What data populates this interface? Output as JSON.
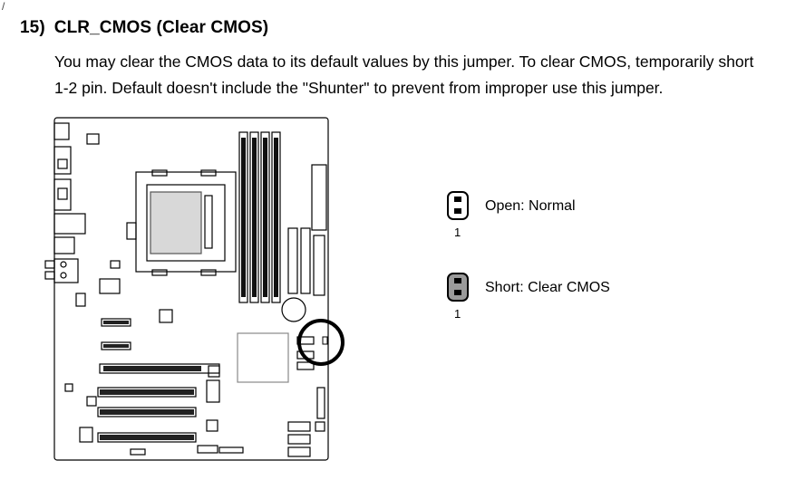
{
  "corner_mark": "/",
  "section": {
    "number": "15)",
    "title": "CLR_CMOS (Clear CMOS)"
  },
  "description": {
    "line1": "You may clear the CMOS data to its default values by this jumper. To clear CMOS, temporarily short",
    "line2": "1-2 pin. Default doesn't include the \"Shunter\" to prevent from improper use this jumper."
  },
  "legend": [
    {
      "state": "open",
      "pin_label": "1",
      "text": "Open: Normal"
    },
    {
      "state": "short",
      "pin_label": "1",
      "text": "Short: Clear CMOS"
    }
  ],
  "colors": {
    "text": "#000000",
    "board_outline": "#000000",
    "shorted_pin": "#9a9a9a"
  }
}
